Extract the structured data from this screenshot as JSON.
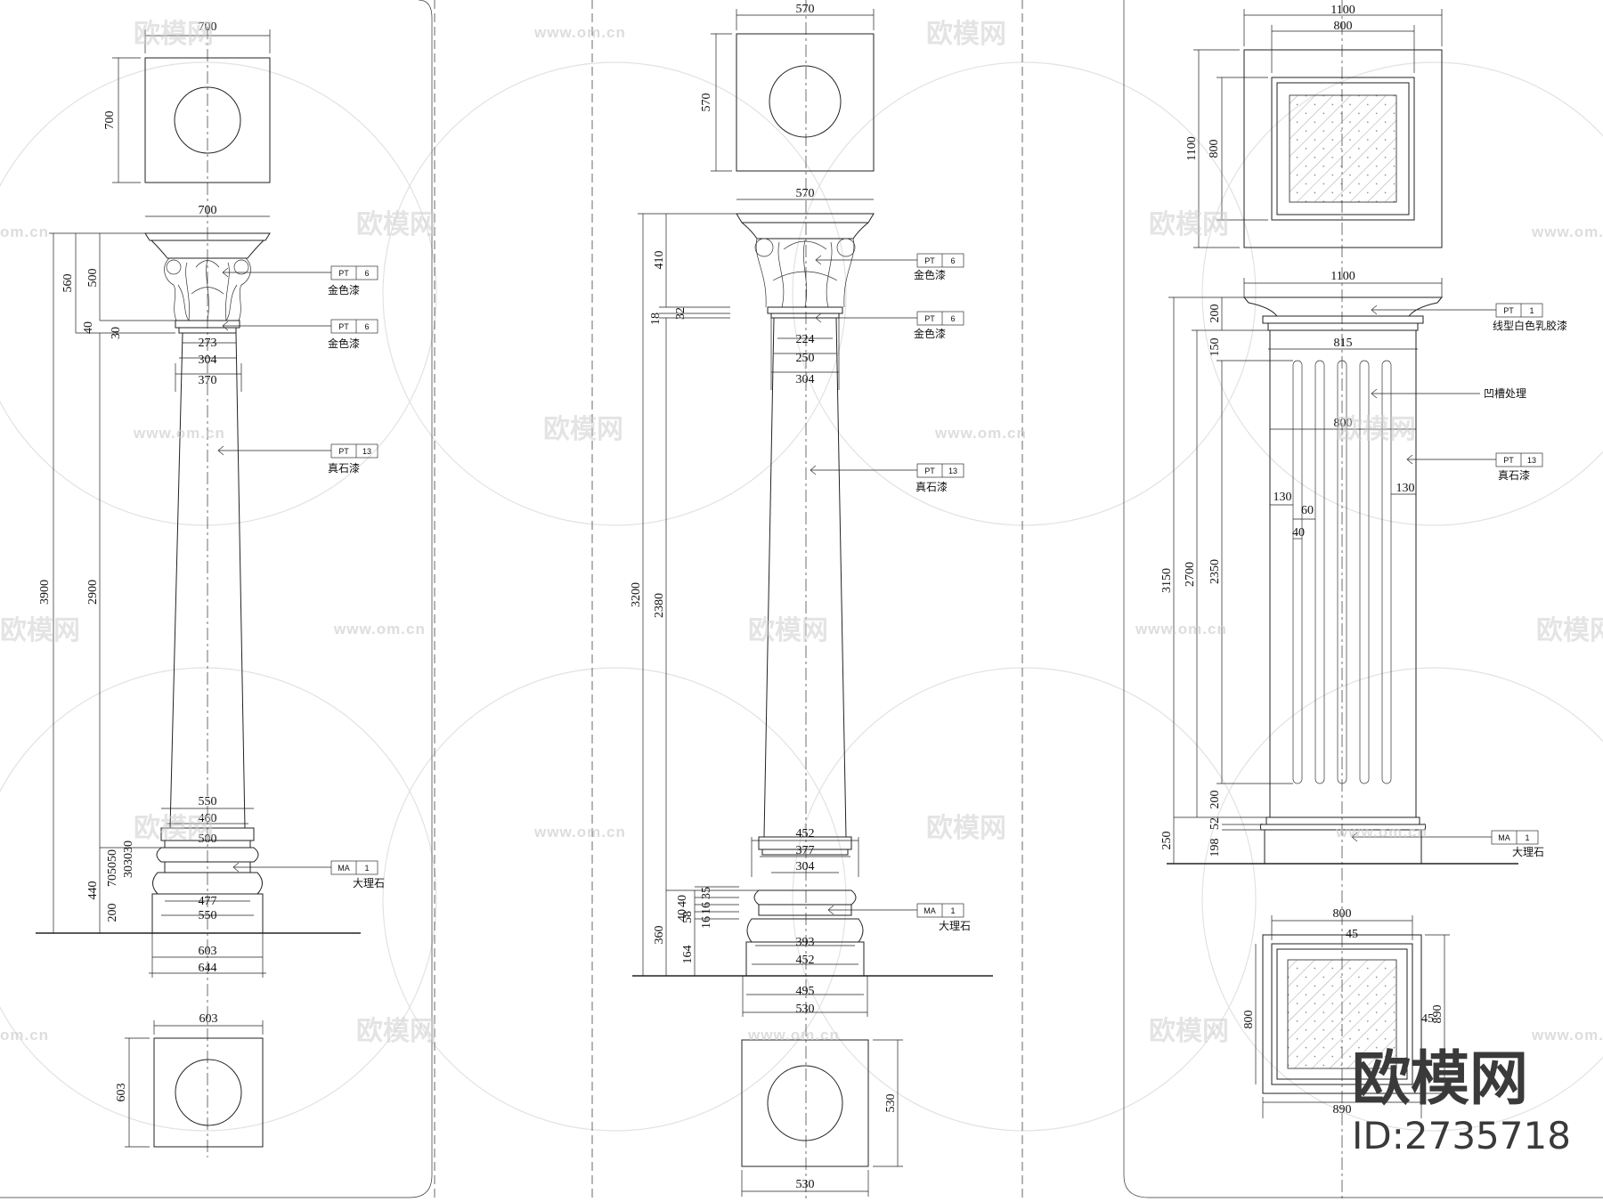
{
  "watermark": {
    "brand": "欧模网",
    "url": "www.om.cn",
    "url_partial": "om.cn"
  },
  "logo": {
    "brand": "欧模网",
    "id": "ID:2735718"
  },
  "tags": {
    "pt": "PT",
    "ma": "MA"
  },
  "column1": {
    "top_plan": {
      "width": "700",
      "height": "700"
    },
    "elevation": {
      "cap_width": "700",
      "dims_left": [
        "560",
        "500",
        "40",
        "30",
        "3900",
        "2900",
        "440",
        "200"
      ],
      "dims_base_stack": "705050",
      "dims_base_stack2": "303030",
      "shaft_dims": [
        "273",
        "304",
        "370"
      ],
      "base_dims": [
        "550",
        "460",
        "500",
        "477",
        "550",
        "603",
        "644"
      ],
      "annotations": [
        {
          "code": "PT",
          "num": "6",
          "label": "金色漆"
        },
        {
          "code": "PT",
          "num": "6",
          "label": "金色漆"
        },
        {
          "code": "PT",
          "num": "13",
          "label": "真石漆"
        },
        {
          "code": "MA",
          "num": "1",
          "label": "大理石"
        }
      ]
    },
    "bottom_plan": {
      "width": "603",
      "height": "603"
    }
  },
  "column2": {
    "top_plan": {
      "width": "570",
      "height": "570"
    },
    "elevation": {
      "cap_width": "570",
      "dims_left": [
        "410",
        "18",
        "32",
        "3200",
        "2380",
        "360",
        "164",
        "58"
      ],
      "dims_small": [
        "35",
        "40",
        "40",
        "16",
        "16"
      ],
      "neck_dims": [
        "224",
        "250",
        "304"
      ],
      "base_dims": [
        "452",
        "377",
        "304",
        "393",
        "452",
        "495",
        "530"
      ],
      "annotations": [
        {
          "code": "PT",
          "num": "6",
          "label": "金色漆"
        },
        {
          "code": "PT",
          "num": "6",
          "label": "金色漆"
        },
        {
          "code": "PT",
          "num": "13",
          "label": "真石漆"
        },
        {
          "code": "MA",
          "num": "1",
          "label": "大理石"
        }
      ]
    },
    "bottom_plan": {
      "width": "530",
      "height": "530"
    }
  },
  "column3": {
    "top_plan": {
      "outer": "1100",
      "inner": "800",
      "height_outer": "1100",
      "height_inner": "800"
    },
    "elevation": {
      "cap_width": "1100",
      "shaft_width": "815",
      "flute_width": "800",
      "dims_left": [
        "3150",
        "2700",
        "2350",
        "250",
        "200",
        "150",
        "200",
        "52",
        "198"
      ],
      "flute_dims": [
        "130",
        "60",
        "40",
        "130"
      ],
      "annotations": [
        {
          "code": "PT",
          "num": "1",
          "label": "线型白色乳胶漆"
        },
        {
          "code": "",
          "num": "",
          "label": "凹槽处理"
        },
        {
          "code": "PT",
          "num": "13",
          "label": "真石漆"
        },
        {
          "code": "MA",
          "num": "1",
          "label": "大理石"
        }
      ]
    },
    "bottom_plan": {
      "width": "800",
      "height": "800",
      "outer": "890",
      "outer_h": "890",
      "edge": "45",
      "edge2": "45"
    }
  }
}
